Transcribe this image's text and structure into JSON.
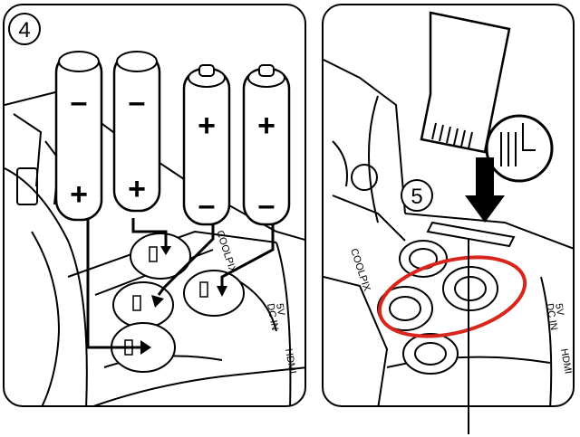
{
  "left_panel": {
    "step_number": "4",
    "battery_polarity": {
      "flat_top": [
        "–",
        "+"
      ],
      "nub_top": [
        "+",
        "–"
      ]
    },
    "camera_brand": "COOLPIX",
    "port_labels": [
      "5V",
      "DC IN",
      "HDMI"
    ]
  },
  "right_panel": {
    "step_number": "5",
    "camera_brand": "COOLPIX",
    "port_labels": [
      "5V",
      "DC IN",
      "HDMI"
    ]
  },
  "colors": {
    "line": "#000000",
    "background": "#ffffff",
    "highlight_ring": "#d9261c"
  },
  "icons": [
    "battery-icon",
    "memory-card-icon",
    "insert-arrow-icon"
  ]
}
